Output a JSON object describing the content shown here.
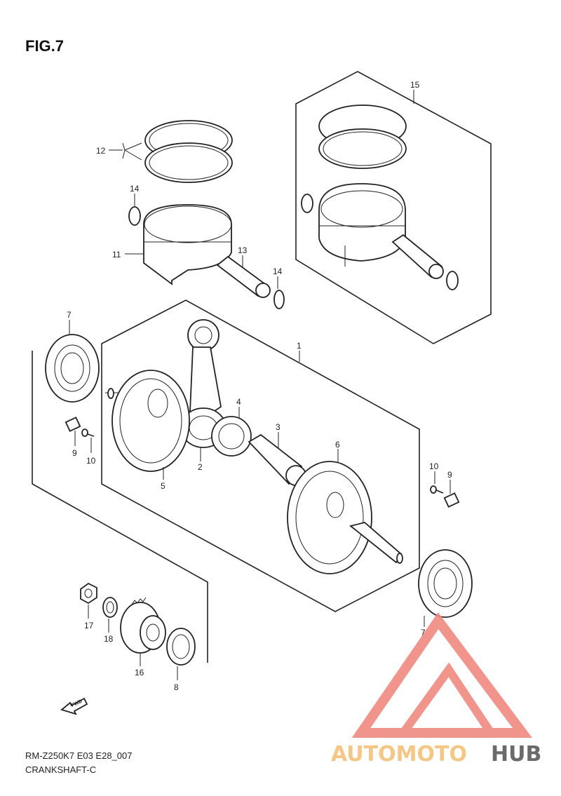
{
  "figure_title": "FIG.7",
  "callouts": {
    "c1": "1",
    "c2": "2",
    "c3": "3",
    "c4": "4",
    "c5": "5",
    "c6": "6",
    "c7a": "7",
    "c7b": "7",
    "c8": "8",
    "c9a": "9",
    "c9b": "9",
    "c10a": "10",
    "c10b": "10",
    "c11": "11",
    "c12": "12",
    "c13": "13",
    "c14a": "14",
    "c14b": "14",
    "c15": "15",
    "c16": "16",
    "c17": "17",
    "c18": "18"
  },
  "fwd_label": "FWD",
  "footer": {
    "code": "RM-Z250K7 E03 E28_007",
    "name": "CRANKSHAFT-C"
  },
  "watermark": {
    "part1": "AUTOMOTO",
    "part2": "HUB",
    "color_primary": "#f08a80",
    "color_accent": "#f5c27a",
    "color_dark": "#5a5a5a"
  }
}
